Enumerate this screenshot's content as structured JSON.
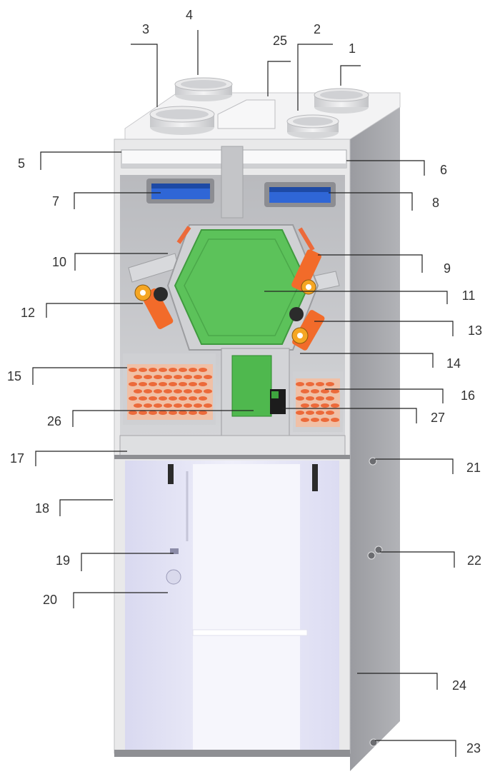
{
  "callouts": [
    {
      "num": "1"
    },
    {
      "num": "2"
    },
    {
      "num": "3"
    },
    {
      "num": "4"
    },
    {
      "num": "5"
    },
    {
      "num": "6"
    },
    {
      "num": "7"
    },
    {
      "num": "8"
    },
    {
      "num": "9"
    },
    {
      "num": "10"
    },
    {
      "num": "11"
    },
    {
      "num": "12"
    },
    {
      "num": "13"
    },
    {
      "num": "14"
    },
    {
      "num": "15"
    },
    {
      "num": "16"
    },
    {
      "num": "17"
    },
    {
      "num": "18"
    },
    {
      "num": "19"
    },
    {
      "num": "20"
    },
    {
      "num": "21"
    },
    {
      "num": "22"
    },
    {
      "num": "23"
    },
    {
      "num": "24"
    },
    {
      "num": "25"
    },
    {
      "num": "26"
    },
    {
      "num": "27"
    }
  ],
  "colors": {
    "heat_exchanger": "#5cc25a",
    "control_board": "#4fb84e",
    "actuator": "#f26b2a",
    "fan_blue": "#2f66d6",
    "coil_orange": "#ec6a3a",
    "tank_lavender": "#e6e6f7",
    "cabinet_grey": "#a3a4a8",
    "frame_light": "#eceded"
  }
}
